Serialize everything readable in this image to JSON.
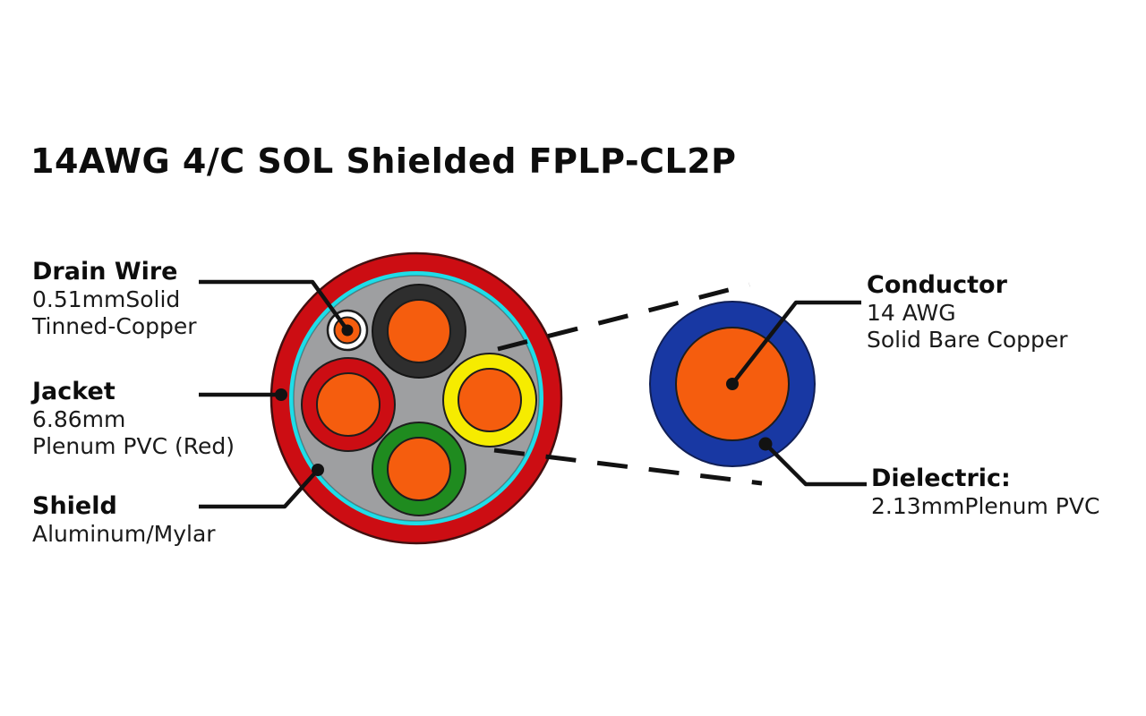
{
  "title": "14AWG 4/C SOL Shielded FPLP-CL2P",
  "labels": {
    "drain_wire": {
      "title": "Drain Wire",
      "line1": "0.51mmSolid",
      "line2": "Tinned-Copper"
    },
    "jacket": {
      "title": "Jacket",
      "line1": "6.86mm",
      "line2": "Plenum PVC (Red)"
    },
    "shield": {
      "title": "Shield",
      "line1": "Aluminum/Mylar"
    },
    "conductor": {
      "title": "Conductor",
      "line1": "14 AWG",
      "line2": "Solid Bare Copper"
    },
    "dielectric": {
      "title": "Dielectric:",
      "line1": "2.13mmPlenum PVC"
    }
  },
  "colors": {
    "jacket_red": "#cc0d13",
    "shield_cyan": "#1fdde8",
    "filler_gray": "#9e9fa1",
    "conductor_orange": "#f55d0e",
    "insulation_black": "#2e2e2e",
    "insulation_yellow": "#f6ec00",
    "insulation_red": "#cc0d13",
    "insulation_green": "#1f8b1f",
    "drain_white": "#ffffff",
    "dielectric_blue": "#1838a3",
    "outline_dark": "#1f1f1f",
    "line_black": "#121212"
  }
}
